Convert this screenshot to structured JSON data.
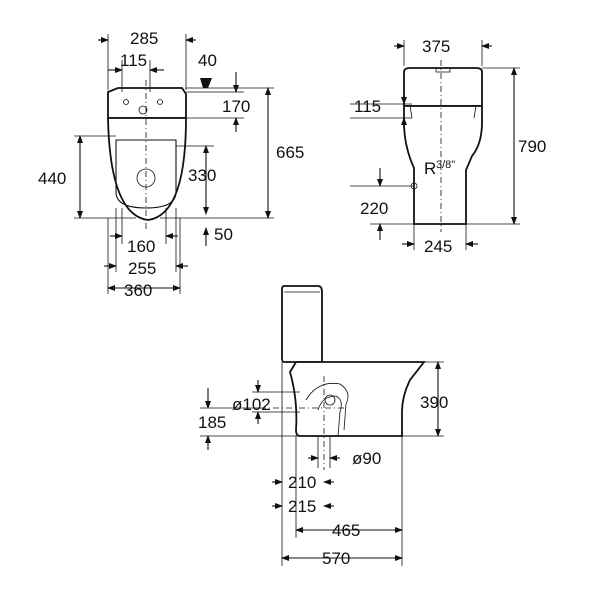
{
  "diagram": {
    "top_view": {
      "w285": "285",
      "w115": "115",
      "d40": "40",
      "h170": "170",
      "h665": "665",
      "h440": "440",
      "h330": "330",
      "w160": "160",
      "d50": "50",
      "w255": "255",
      "w360": "360"
    },
    "front_view": {
      "w375": "375",
      "h115": "115",
      "h790": "790",
      "thread_R": "R",
      "thread_frac": "3/8\"",
      "h220": "220",
      "w245": "245"
    },
    "side_view": {
      "d102": "ø102",
      "h185": "185",
      "h390": "390",
      "d90": "ø90",
      "w210": "210",
      "w215": "215",
      "w465": "465",
      "w570": "570"
    }
  }
}
